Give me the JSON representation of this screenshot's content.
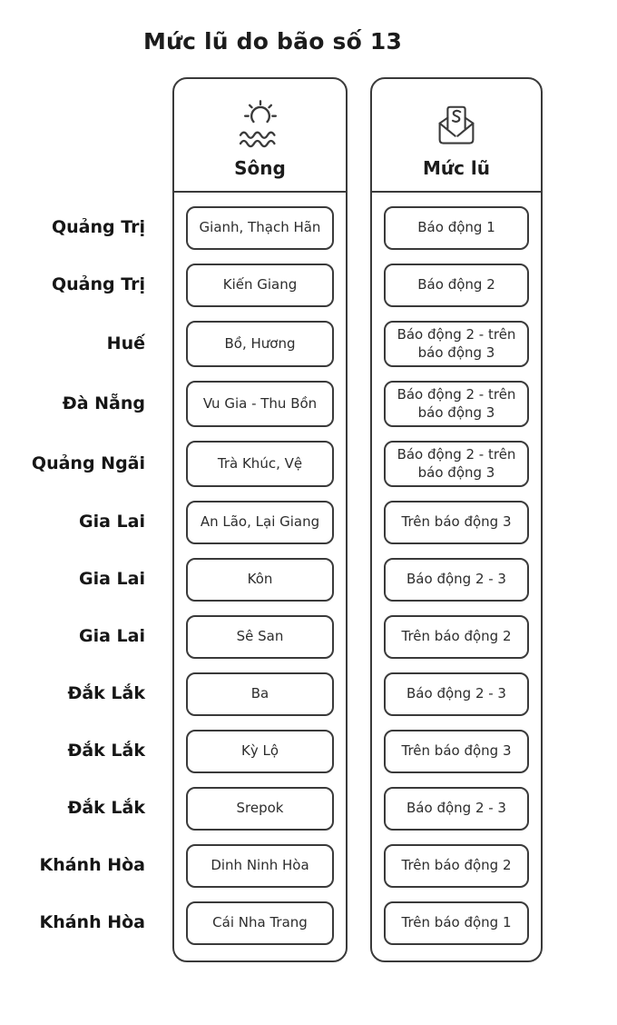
{
  "title": "Mức lũ do bão số 13",
  "columns": [
    {
      "label": "Sông",
      "icon": "sun-over-water-icon"
    },
    {
      "label": "Mức lũ",
      "icon": "envelope-letter-icon"
    }
  ],
  "colors": {
    "border": "#3a3a3a",
    "text": "#1f1f1f",
    "background": "#ffffff"
  },
  "rows": [
    {
      "province": "Quảng Trị",
      "river": "Gianh, Thạch Hãn",
      "level": "Báo động 1"
    },
    {
      "province": "Quảng Trị",
      "river": "Kiến Giang",
      "level": "Báo động 2"
    },
    {
      "province": "Huế",
      "river": "Bồ, Hương",
      "level": "Báo động 2 - trên báo động 3"
    },
    {
      "province": "Đà Nẵng",
      "river": "Vu Gia - Thu Bồn",
      "level": "Báo động 2 - trên báo động 3"
    },
    {
      "province": "Quảng Ngãi",
      "river": "Trà Khúc, Vệ",
      "level": "Báo động 2 - trên báo động 3"
    },
    {
      "province": "Gia Lai",
      "river": "An Lão, Lại Giang",
      "level": "Trên báo động 3"
    },
    {
      "province": "Gia Lai",
      "river": "Kôn",
      "level": "Báo động 2 - 3"
    },
    {
      "province": "Gia Lai",
      "river": "Sê San",
      "level": "Trên báo động 2"
    },
    {
      "province": "Đắk Lắk",
      "river": "Ba",
      "level": "Báo động 2 - 3"
    },
    {
      "province": "Đắk Lắk",
      "river": "Kỳ Lộ",
      "level": "Trên báo động 3"
    },
    {
      "province": "Đắk Lắk",
      "river": "Srepok",
      "level": "Báo động 2 - 3"
    },
    {
      "province": "Khánh Hòa",
      "river": "Dinh Ninh Hòa",
      "level": "Trên báo động 2"
    },
    {
      "province": "Khánh Hòa",
      "river": "Cái Nha Trang",
      "level": "Trên báo động 1"
    }
  ]
}
